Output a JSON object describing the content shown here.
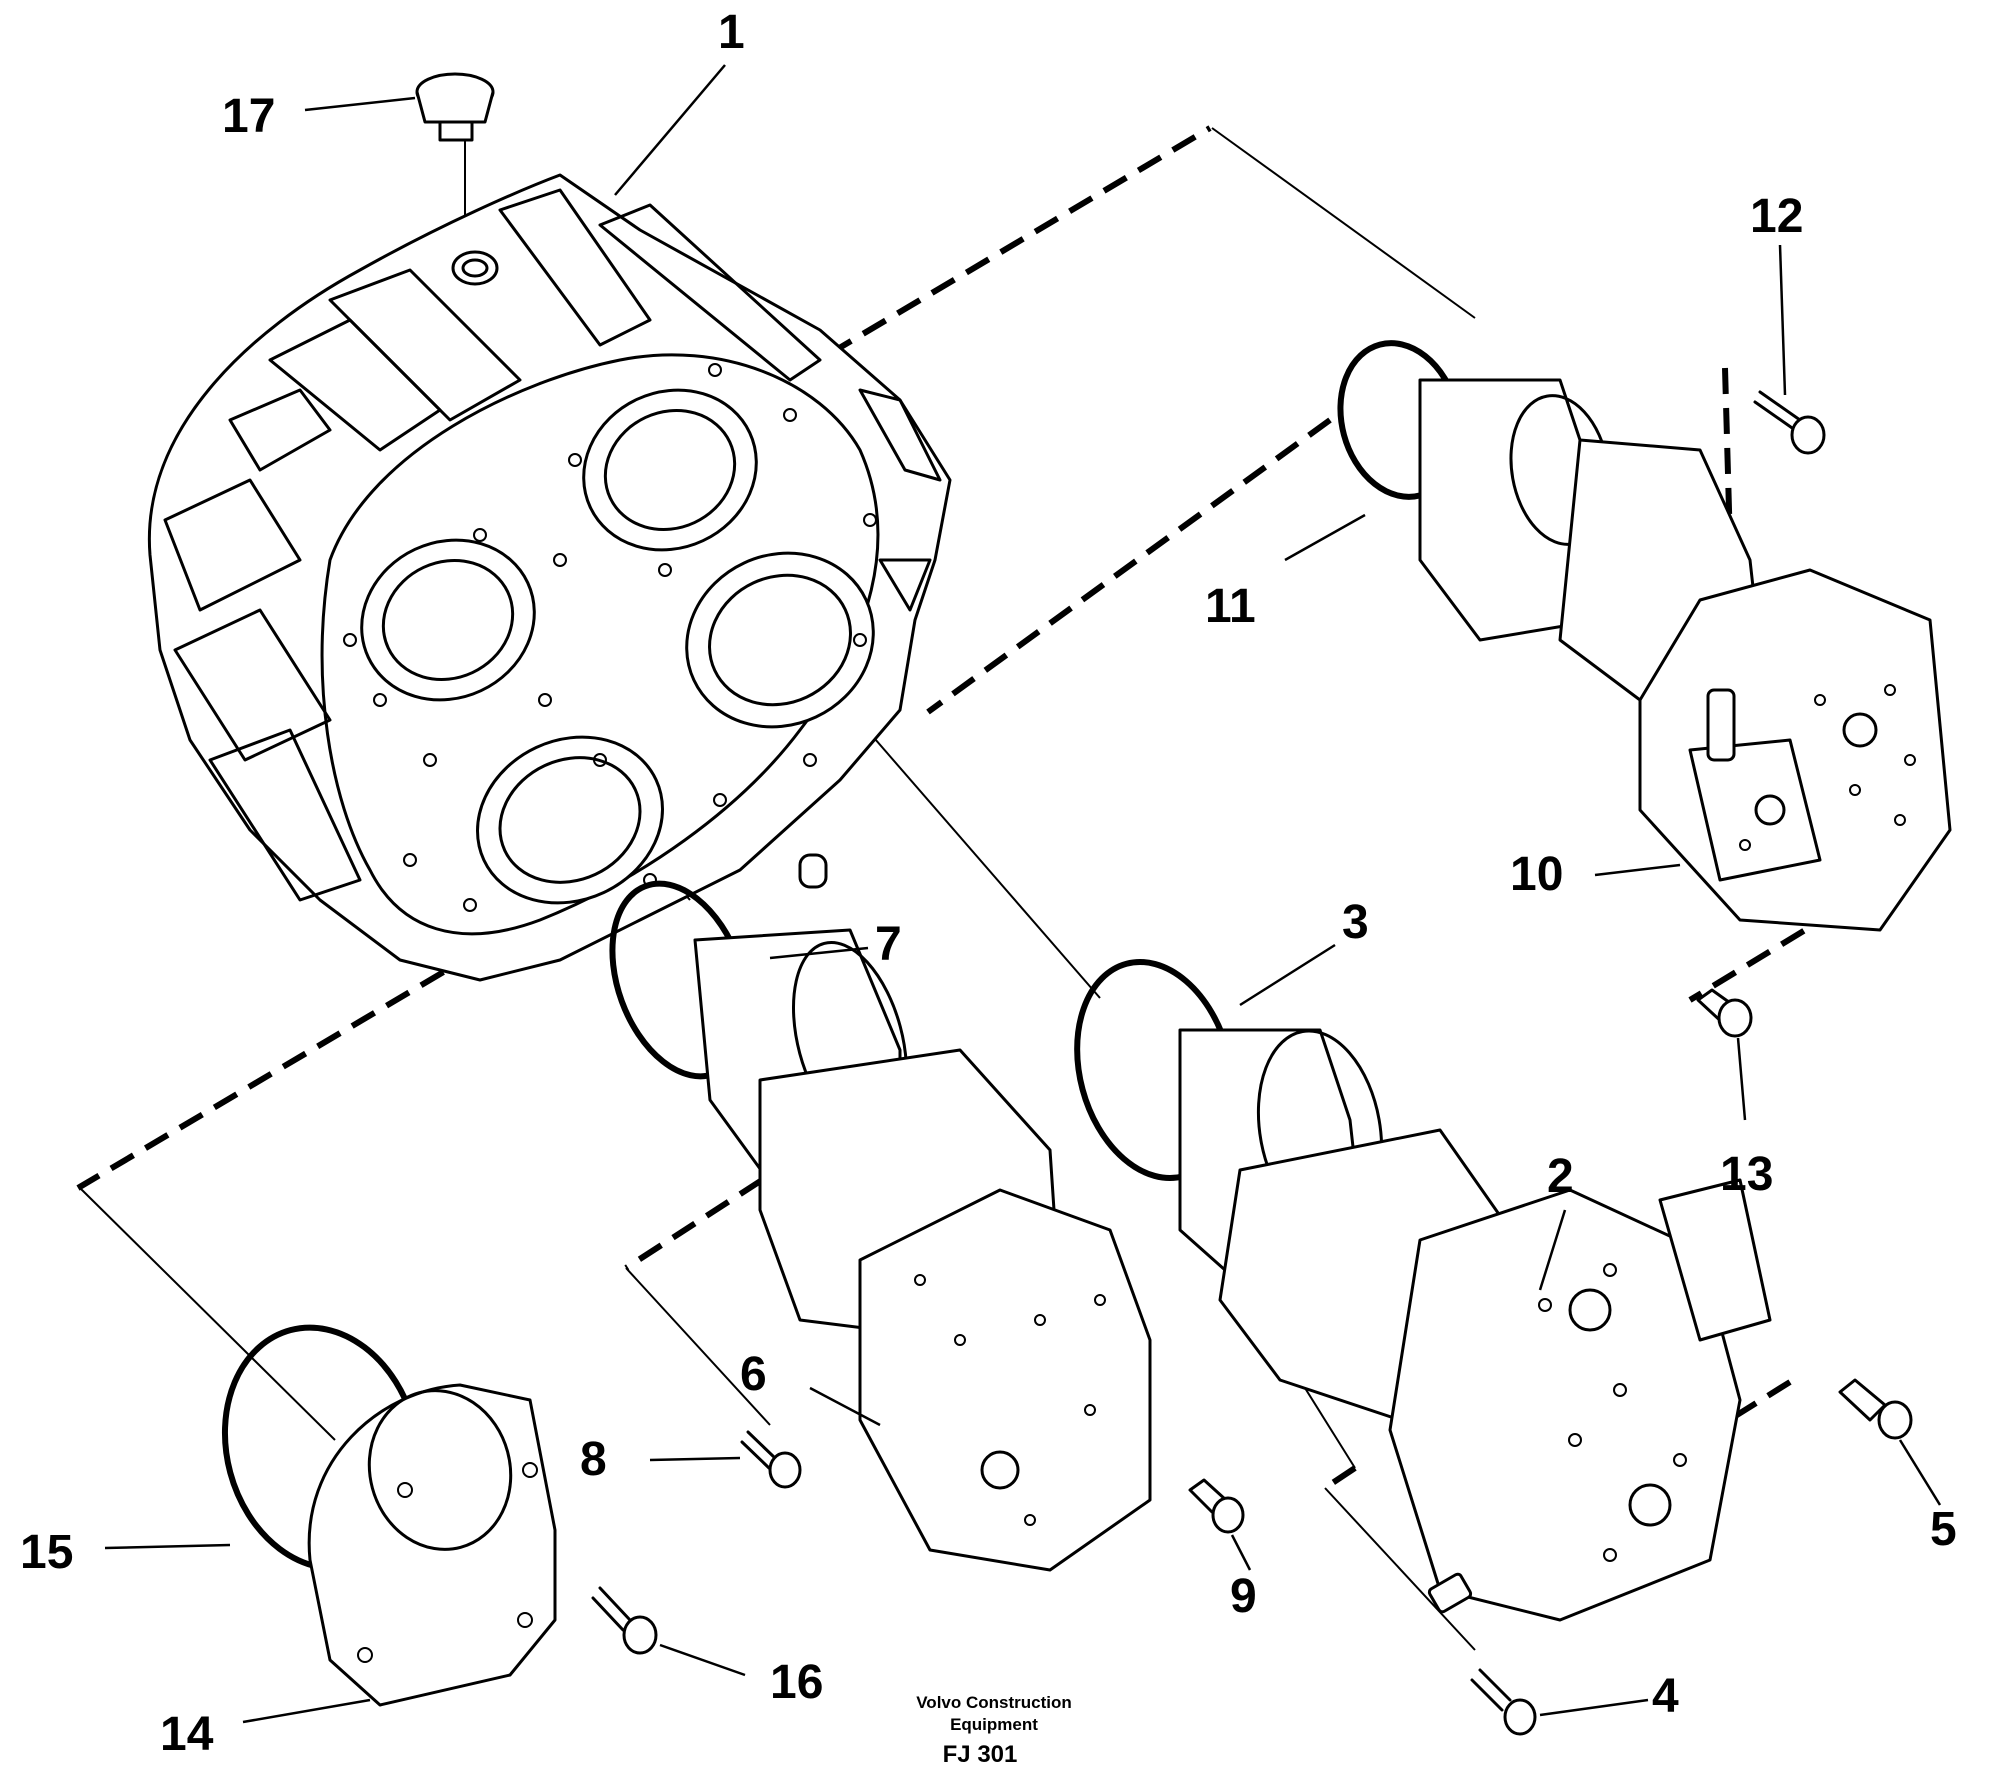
{
  "callouts": [
    "1",
    "2",
    "3",
    "4",
    "5",
    "6",
    "7",
    "8",
    "9",
    "10",
    "11",
    "12",
    "13",
    "14",
    "15",
    "16",
    "17"
  ],
  "footer": {
    "brand_line1": "Volvo Construction",
    "brand_line2": "Equipment",
    "figure_code": "FJ 301"
  },
  "colors": {
    "ink": "#000000",
    "paper": "#ffffff"
  }
}
